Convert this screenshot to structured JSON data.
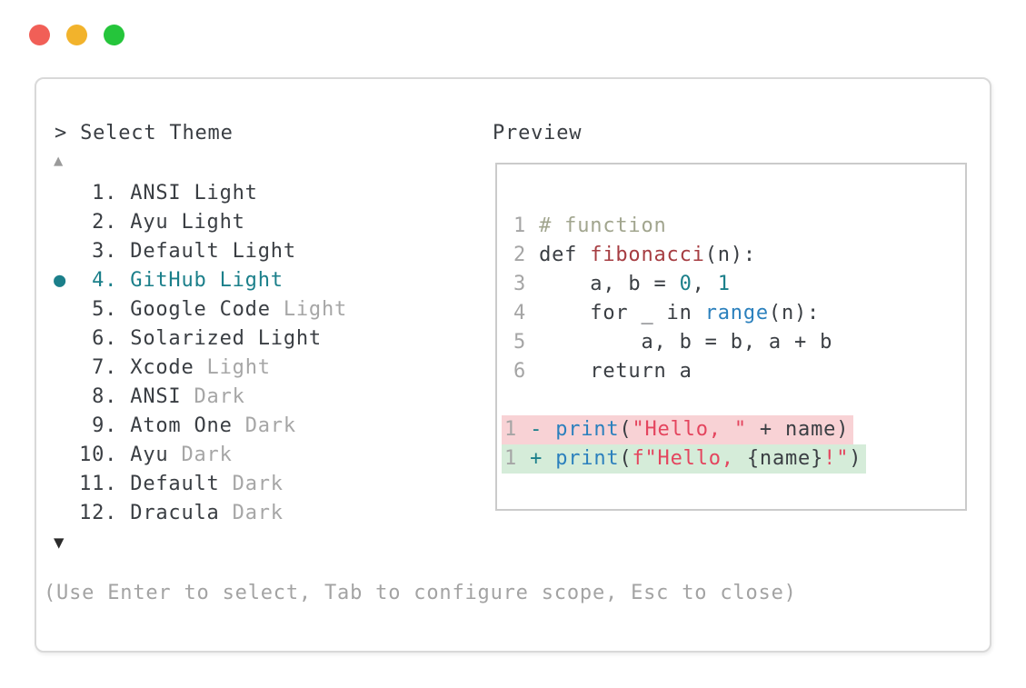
{
  "window": {
    "traffic_lights": [
      {
        "name": "close",
        "color": "#f15f57"
      },
      {
        "name": "minimize",
        "color": "#f2b32c"
      },
      {
        "name": "zoom",
        "color": "#25c53b"
      }
    ]
  },
  "dialog": {
    "prompt_char": ">",
    "title": "Select Theme",
    "scroll_up_indicator": "▲",
    "scroll_down_indicator": "▼",
    "footer_hint": "(Use Enter to select, Tab to configure scope, Esc to close)"
  },
  "theme_list": [
    {
      "num": " 1",
      "name": "ANSI Light",
      "muted": "",
      "selected": false
    },
    {
      "num": " 2",
      "name": "Ayu Light",
      "muted": "",
      "selected": false
    },
    {
      "num": " 3",
      "name": "Default Light",
      "muted": "",
      "selected": false
    },
    {
      "num": " 4",
      "name": "GitHub Light",
      "muted": "",
      "selected": true
    },
    {
      "num": " 5",
      "name": "Google Code",
      "muted": "Light",
      "selected": false
    },
    {
      "num": " 6",
      "name": "Solarized Light",
      "muted": "",
      "selected": false
    },
    {
      "num": " 7",
      "name": "Xcode",
      "muted": "Light",
      "selected": false
    },
    {
      "num": " 8",
      "name": "ANSI",
      "muted": "Dark",
      "selected": false
    },
    {
      "num": " 9",
      "name": "Atom One",
      "muted": "Dark",
      "selected": false
    },
    {
      "num": "10",
      "name": "Ayu",
      "muted": "Dark",
      "selected": false
    },
    {
      "num": "11",
      "name": "Default",
      "muted": "Dark",
      "selected": false
    },
    {
      "num": "12",
      "name": "Dracula",
      "muted": "Dark",
      "selected": false
    }
  ],
  "preview": {
    "label": "Preview",
    "code_lines": [
      {
        "n": "1",
        "tokens": [
          [
            "comment",
            "# function"
          ]
        ]
      },
      {
        "n": "2",
        "tokens": [
          [
            "text",
            "def "
          ],
          [
            "function",
            "fibonacci"
          ],
          [
            "text",
            "(n):"
          ]
        ]
      },
      {
        "n": "3",
        "tokens": [
          [
            "text",
            "    a, b = "
          ],
          [
            "number",
            "0"
          ],
          [
            "text",
            ", "
          ],
          [
            "number",
            "1"
          ]
        ]
      },
      {
        "n": "4",
        "tokens": [
          [
            "text",
            "    for _ in "
          ],
          [
            "builtin",
            "range"
          ],
          [
            "text",
            "(n):"
          ]
        ]
      },
      {
        "n": "5",
        "tokens": [
          [
            "text",
            "        a, b = b, a + b"
          ]
        ]
      },
      {
        "n": "6",
        "tokens": [
          [
            "text",
            "    return a"
          ]
        ]
      }
    ],
    "diff_lines": [
      {
        "n": "1",
        "kind": "removed",
        "tokens": [
          [
            "sign",
            "- "
          ],
          [
            "builtin",
            "print"
          ],
          [
            "text",
            "("
          ],
          [
            "string",
            "\"Hello, \""
          ],
          [
            "text",
            " + name)"
          ]
        ]
      },
      {
        "n": "1",
        "kind": "added",
        "tokens": [
          [
            "sign",
            "+ "
          ],
          [
            "builtin",
            "print"
          ],
          [
            "text",
            "("
          ],
          [
            "string",
            "f\"Hello, "
          ],
          [
            "text",
            "{name}"
          ],
          [
            "string",
            "!\""
          ],
          [
            "text",
            ")"
          ]
        ]
      }
    ]
  },
  "colors": {
    "selected_teal": "#1b7f8a",
    "syntax_blue": "#2b80bd",
    "syntax_string_red": "#e4455e",
    "syntax_function_red": "#a63d42",
    "syntax_number_teal": "#1b7f8a",
    "syntax_comment_olive": "#a1a58e",
    "text_dark": "#3a3e43",
    "text_muted": "#a6a6a6",
    "diff_removed_bg": "#f8d2d5",
    "diff_added_bg": "#d5ecd9"
  }
}
